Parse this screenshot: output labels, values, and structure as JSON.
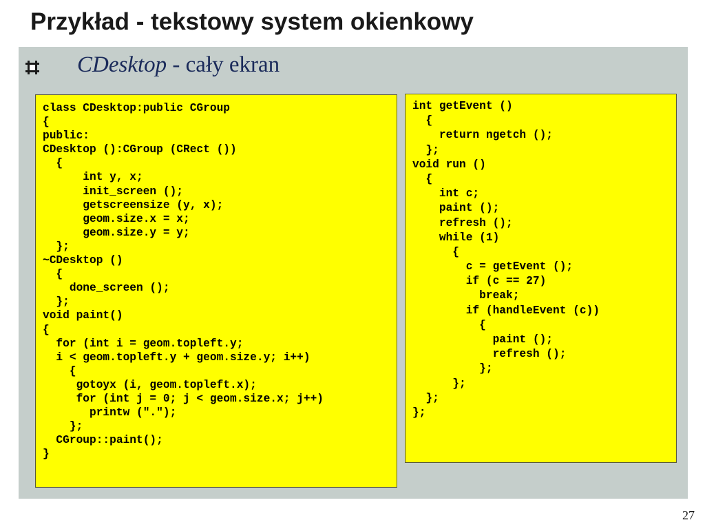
{
  "slide": {
    "title": "Przykład - tekstowy system okienkowy",
    "bullet": {
      "icon": "hash-square-icon",
      "text_italic": "CDesktop",
      "text_rest": " - cały ekran"
    },
    "page_number": "27"
  },
  "code_left": [
    "class CDesktop:public CGroup",
    "{",
    "public:",
    "CDesktop ():CGroup (CRect ())",
    "  {",
    "      int y, x;",
    "      init_screen ();",
    "      getscreensize (y, x);",
    "      geom.size.x = x;",
    "      geom.size.y = y;",
    "  };",
    "~CDesktop ()",
    "  {",
    "    done_screen ();",
    "  };",
    "void paint()",
    "{",
    "  for (int i = geom.topleft.y;",
    "  i < geom.topleft.y + geom.size.y; i++)",
    "    {",
    "     gotoyx (i, geom.topleft.x);",
    "     for (int j = 0; j < geom.size.x; j++)",
    "       printw (\".\");",
    "    };",
    "  CGroup::paint();",
    "}"
  ],
  "code_right": [
    "int getEvent ()",
    "  {",
    "    return ngetch ();",
    "  };",
    "void run ()",
    "  {",
    "    int c;",
    "    paint ();",
    "    refresh ();",
    "    while (1)",
    "      {",
    "        c = getEvent ();",
    "        if (c == 27)",
    "          break;",
    "        if (handleEvent (c))",
    "          {",
    "            paint ();",
    "            refresh ();",
    "          };",
    "      };",
    "  };",
    "};"
  ],
  "colors": {
    "panel": "#c5cecb",
    "code_background": "#ffff00",
    "bullet_text": "#1a2a5a"
  }
}
